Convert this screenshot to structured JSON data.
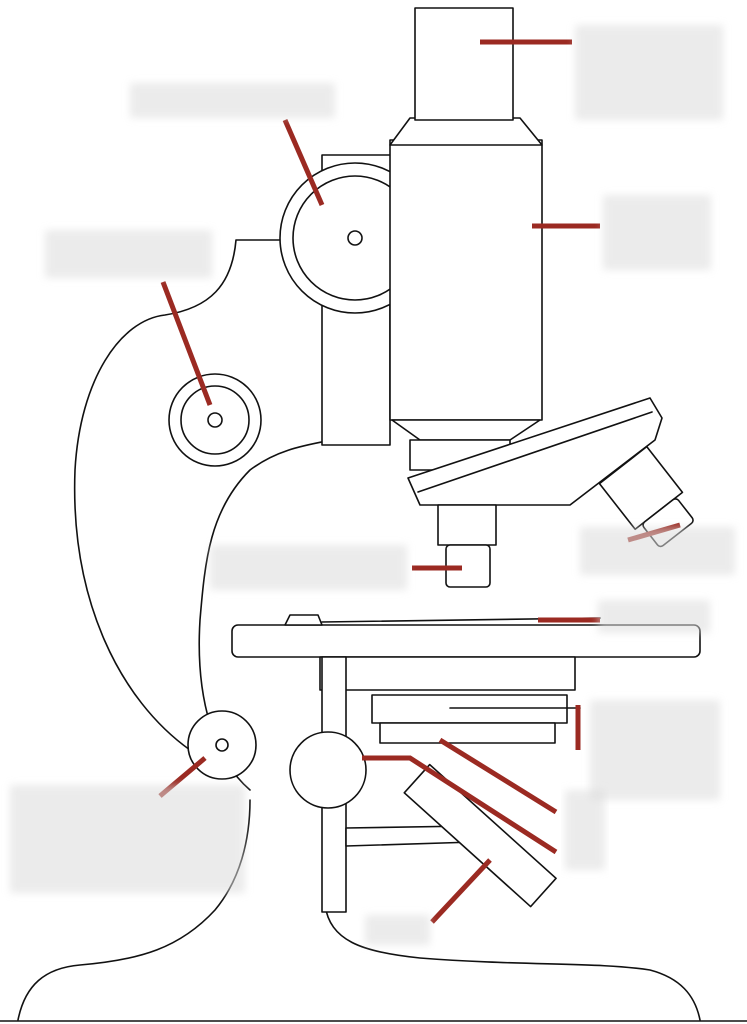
{
  "diagram": {
    "colors": {
      "line": "#111111",
      "leader": "#9b2a22",
      "label_box": "#dcdcdc",
      "background": "#ffffff"
    },
    "labels": [
      {
        "id": "eyepiece",
        "text": ""
      },
      {
        "id": "coarse-focus",
        "text": ""
      },
      {
        "id": "body-tube",
        "text": ""
      },
      {
        "id": "fine-focus",
        "text": ""
      },
      {
        "id": "nosepiece",
        "text": ""
      },
      {
        "id": "objective-low",
        "text": ""
      },
      {
        "id": "objective-high",
        "text": ""
      },
      {
        "id": "stage",
        "text": ""
      },
      {
        "id": "diaphragm",
        "text": ""
      },
      {
        "id": "condenser",
        "text": ""
      },
      {
        "id": "lamp-switch",
        "text": ""
      },
      {
        "id": "mirror",
        "text": ""
      }
    ]
  }
}
